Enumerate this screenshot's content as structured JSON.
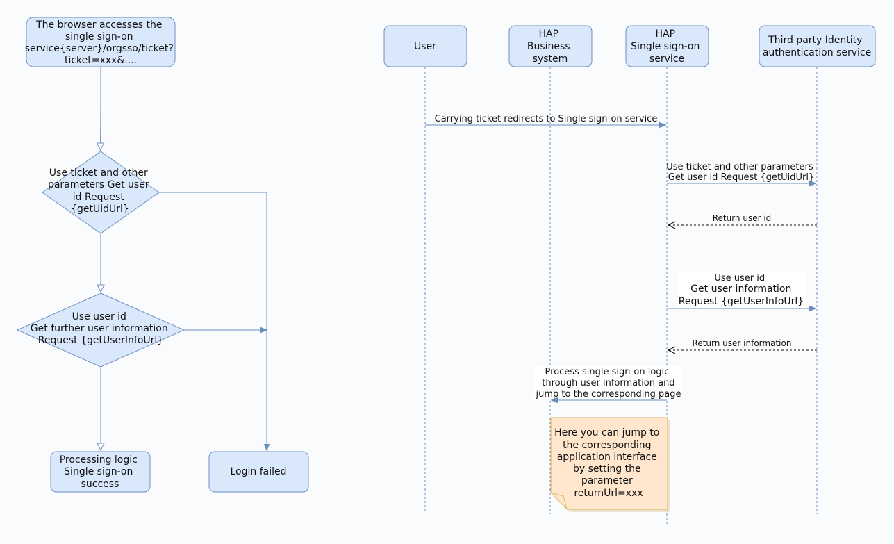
{
  "colors": {
    "node_fill": "#dae8fc",
    "node_stroke": "#6c8ebf",
    "edge": "#6c8ebf",
    "note_fill": "#ffe6cc",
    "note_stroke": "#d6b656",
    "text": "#111111"
  },
  "flowchart": {
    "start": {
      "lines": [
        "The browser accesses the",
        "single sign-on",
        "service{server}/orgsso/ticket?",
        "ticket=xxx&...."
      ]
    },
    "decision_uid": {
      "lines": [
        "Use ticket and other",
        "parameters Get user",
        "id Request",
        "{getUidUrl}"
      ]
    },
    "decision_userinfo": {
      "lines": [
        "Use user id",
        "Get further user information",
        "Request {getUserInfoUrl}"
      ]
    },
    "success": {
      "lines": [
        "Processing logic",
        "Single sign-on",
        "success"
      ]
    },
    "failed": {
      "lines": [
        "Login failed"
      ]
    }
  },
  "sequence": {
    "participants": [
      {
        "id": "user",
        "lines": [
          "User"
        ]
      },
      {
        "id": "business",
        "lines": [
          "HAP",
          "Business",
          "system"
        ]
      },
      {
        "id": "sso",
        "lines": [
          "HAP",
          "Single sign-on",
          "service"
        ]
      },
      {
        "id": "idp",
        "lines": [
          "Third party Identity",
          "authentication service"
        ]
      }
    ],
    "messages": [
      {
        "id": "redirect",
        "lines": [
          "Carrying ticket redirects to Single sign-on service"
        ]
      },
      {
        "id": "get_uid",
        "lines": [
          "Use ticket and other parameters",
          "Get user id Request {getUidUrl}"
        ]
      },
      {
        "id": "return_uid",
        "lines": [
          "Return user id"
        ]
      },
      {
        "id": "get_userinfo",
        "lines": [
          "Use user id",
          "Get user information",
          "Request {getUserInfoUrl}"
        ]
      },
      {
        "id": "return_userinfo",
        "lines": [
          "Return user information"
        ]
      },
      {
        "id": "process",
        "lines": [
          "Process single sign-on logic",
          "through user information and",
          "jump to the corresponding page"
        ]
      }
    ],
    "note": {
      "lines": [
        "Here you can jump to",
        "the corresponding",
        "application interface",
        "by setting the",
        "parameter",
        "returnUrl=xxx"
      ]
    }
  }
}
